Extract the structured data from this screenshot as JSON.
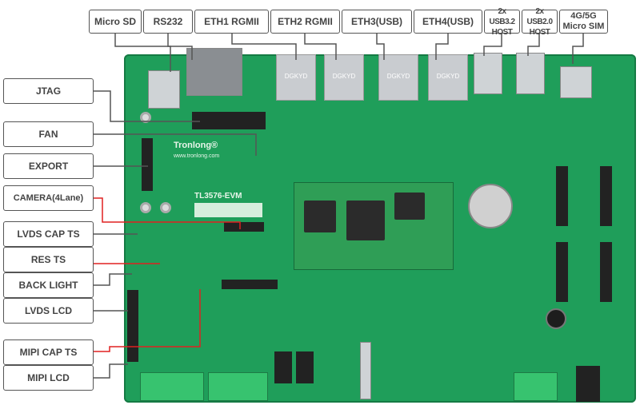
{
  "top_labels": [
    "Micro SD",
    "RS232",
    "ETH1 RGMII",
    "ETH2 RGMII",
    "ETH3(USB)",
    "ETH4(USB)",
    "2x USB3.2\nHOST",
    "2x USB2.0\nHOST",
    "4G/5G\nMicro SIM"
  ],
  "left_labels": [
    "JTAG",
    "FAN",
    "EXPORT",
    "CAMERA(4Lane)",
    "LVDS CAP TS",
    "RES TS",
    "BACK LIGHT",
    "LVDS LCD",
    "MIPI CAP TS",
    "MIPI LCD"
  ],
  "board": {
    "brand": "Tronlong®",
    "url": "www.tronlong.com",
    "model": "TL3576-EVM",
    "jack_brand": "DGKYD"
  },
  "colors": {
    "board": "#1f9e5a",
    "leader": "#555555",
    "highlight_leader": "#e02020"
  }
}
